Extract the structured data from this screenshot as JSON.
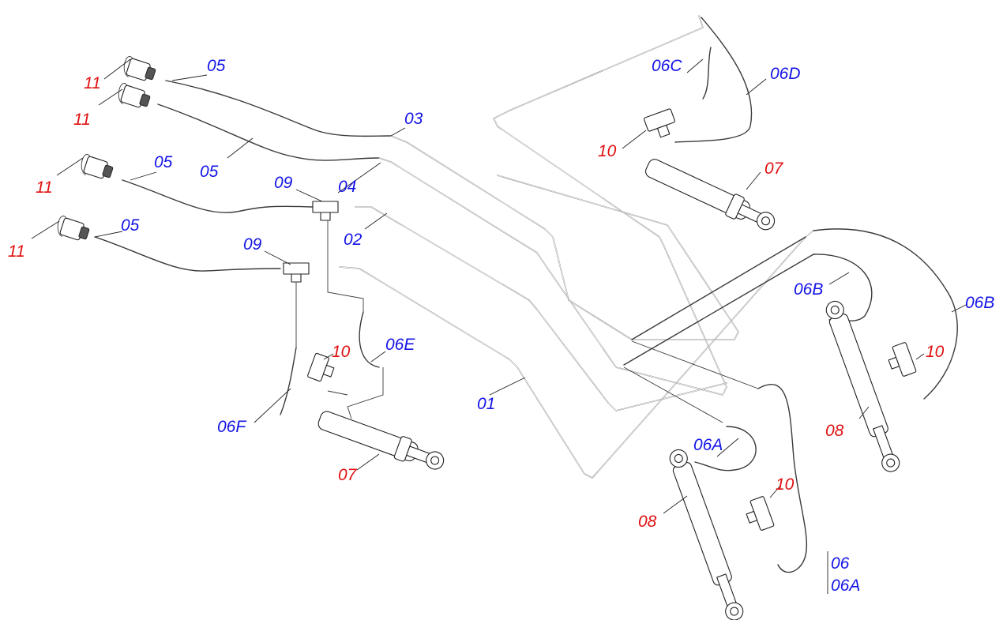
{
  "colors": {
    "part_label": "#1414e6",
    "component_label": "#e01010",
    "line": "#3a3a3a"
  },
  "labels": {
    "l11a": "11",
    "l11b": "11",
    "l11c": "11",
    "l11d": "11",
    "l05a": "05",
    "l05b": "05",
    "l05c": "05",
    "l05d": "05",
    "l03": "03",
    "l04": "04",
    "l02": "02",
    "l01": "01",
    "l09a": "09",
    "l09b": "09",
    "l06c": "06C",
    "l06d": "06D",
    "l10a": "10",
    "l10b": "10",
    "l10c": "10",
    "l10d": "10",
    "l07a": "07",
    "l07b": "07",
    "l06b1": "06B",
    "l06b2": "06B",
    "l06e": "06E",
    "l06f": "06F",
    "l06a": "06A",
    "l08a": "08",
    "l08b": "08",
    "l06": "06",
    "l06a2": "06A"
  }
}
